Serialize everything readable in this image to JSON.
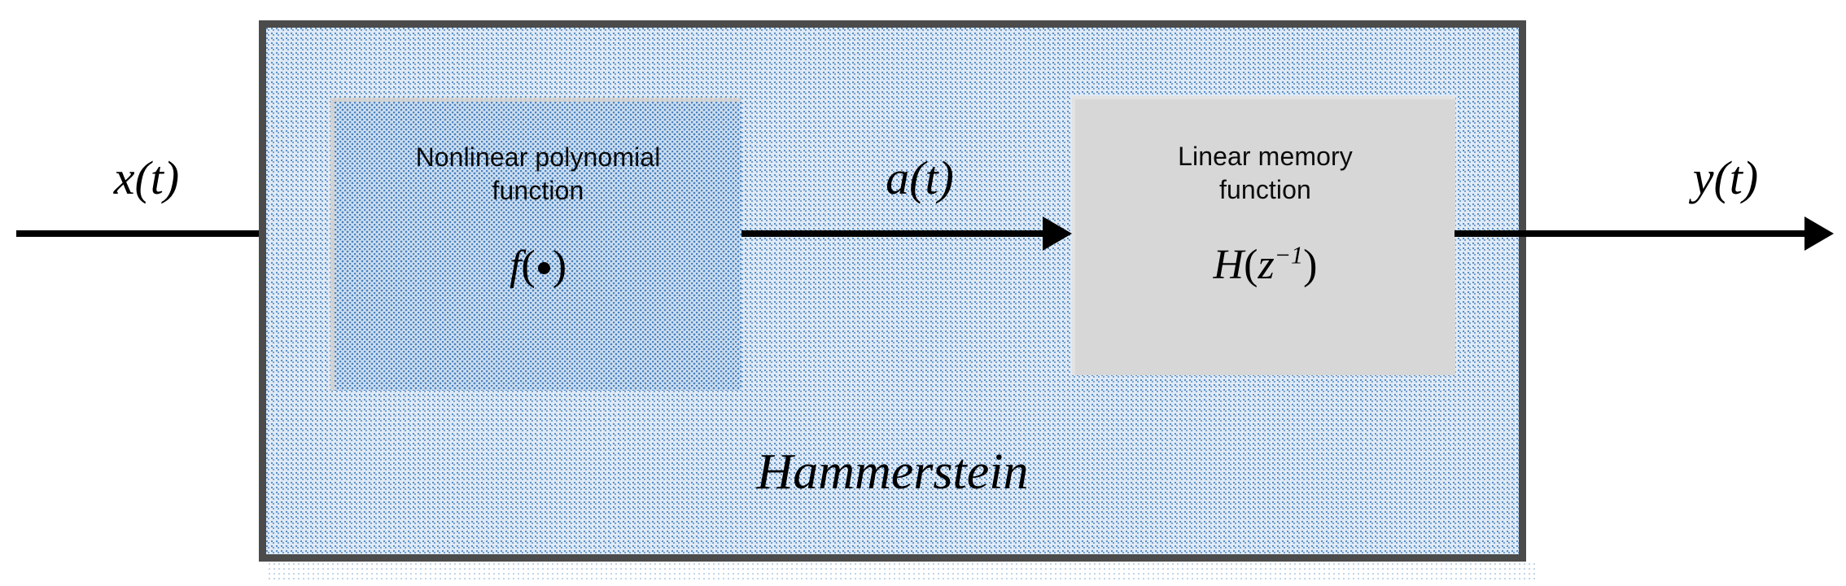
{
  "diagram": {
    "title": "Hammerstein",
    "container": {
      "label": "Hammerstein",
      "border_color": "#4b4b4b",
      "fill_color": "#dfeaf6"
    },
    "blocks": [
      {
        "id": "nonlinear-polynomial",
        "caption": "Nonlinear polynomial function",
        "caption_line1": "Nonlinear polynomial",
        "caption_line2": "function",
        "formula_symbol": "f",
        "formula_arg": "•",
        "fill_color": "#cddef0"
      },
      {
        "id": "linear-memory",
        "caption": "Linear memory function",
        "caption_line1": "Linear memory",
        "caption_line2": "function",
        "formula_symbol": "H",
        "formula_arg": "z",
        "formula_exponent": "−1",
        "fill_color": "#d7d7d7"
      }
    ],
    "signals": [
      {
        "id": "input",
        "label": "x(t)",
        "var": "x",
        "arg": "t"
      },
      {
        "id": "intermediate",
        "label": "a(t)",
        "var": "a",
        "arg": "t"
      },
      {
        "id": "output",
        "label": "y(t)",
        "var": "y",
        "arg": "t"
      }
    ]
  },
  "chart_data": {
    "type": "diagram",
    "title": "Hammerstein",
    "nodes": [
      {
        "name": "Nonlinear polynomial function",
        "formula": "f(•)"
      },
      {
        "name": "Linear memory function",
        "formula": "H(z⁻¹)"
      }
    ],
    "edges": [
      {
        "from": "x(t)",
        "to": "Nonlinear polynomial function",
        "label": "x(t)"
      },
      {
        "from": "Nonlinear polynomial function",
        "to": "Linear memory function",
        "label": "a(t)"
      },
      {
        "from": "Linear memory function",
        "to": "y(t)",
        "label": "y(t)"
      }
    ]
  }
}
